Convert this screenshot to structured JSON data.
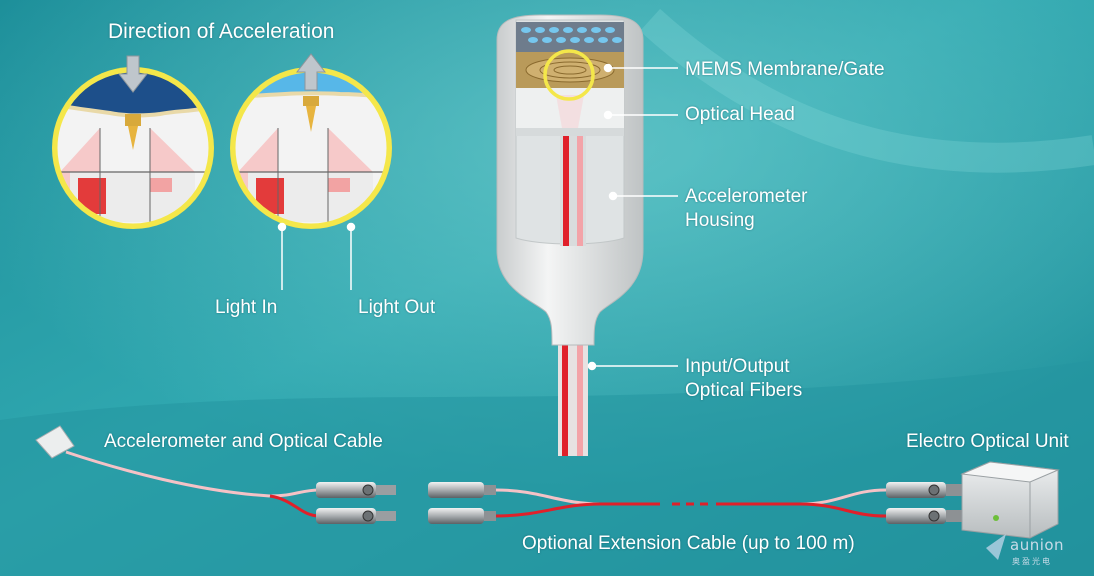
{
  "labels": {
    "direction_of_acceleration": "Direction of Acceleration",
    "light_in": "Light In",
    "light_out": "Light Out",
    "mems_membrane_gate": "MEMS Membrane/Gate",
    "optical_head": "Optical Head",
    "accelerometer_housing_line1": "Accelerometer",
    "accelerometer_housing_line2": "Housing",
    "fibers_line1": "Input/Output",
    "fibers_line2": "Optical Fibers",
    "accelerometer_cable": "Accelerometer and Optical Cable",
    "electro_optical_unit": "Electro Optical Unit",
    "extension_cable": "Optional Extension Cable (up to 100 m)"
  },
  "watermark": {
    "brand": "aunion",
    "sub": "奥盈光电"
  },
  "colors": {
    "background": "#2aa0aa",
    "membrane_down": "#1d4f8a",
    "membrane_up": "#55b6e6",
    "inset_ring": "#f5e74a",
    "fiber_red": "#e0202a",
    "fiber_pink": "#f4c2c6"
  }
}
